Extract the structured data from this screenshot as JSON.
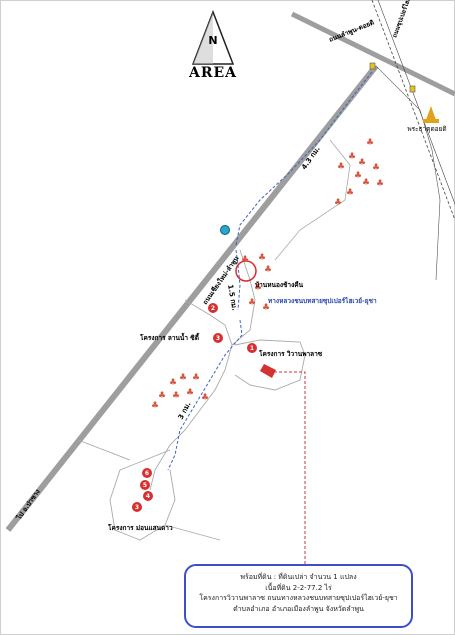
{
  "compass": {
    "north_letter": "N",
    "brand": "AREA"
  },
  "roads": {
    "road_top": "ถนนลำพูน-ดอยติ",
    "road_top_right": "ถนนซุปเปอร์ไฮเวย์",
    "road_main": "ถนนเชียงใหม่-ลำพูน",
    "to_direction": "ไป อ.ป่าซาง"
  },
  "landmarks": {
    "temple": "พระธาตุดอยติ",
    "site": "บ้านหนองช้างคืน",
    "site_road": "ทางหลวงชนบทสายซุปเปอร์ไฮเวย์-ยุชา",
    "project_1": "โครงการ วิวานพาลาซ",
    "project_2": "โครงการ ลานน้ำ ซิตี้",
    "project_3": "โครงการ ม่อนแสนดาว"
  },
  "distances": {
    "d1": "4.3 กม.",
    "d2": "1.5 กม.",
    "d3": "3 กม."
  },
  "markers": [
    "1",
    "2",
    "3",
    "4",
    "5",
    "6"
  ],
  "info": {
    "line1": "พร้อมที่ดิน : ที่ดินเปล่า จำนวน 1 แปลง",
    "line2": "เนื้อที่ดิน 2-2-77.2 ไร่",
    "line3": "โครงการวิวานพาลาซ ถนนทางหลวงชนบทสายซุปเปอร์ไฮเวย์-ยุชา",
    "line4": "ตำบลอำเภอ อำเภอเมืองลำพูน จังหวัดลำพูน"
  },
  "colors": {
    "road_main": "#9e9e9e",
    "route_dashed": "#3a62c4",
    "marker": "#d63031",
    "box_border": "#3c4ec8"
  }
}
